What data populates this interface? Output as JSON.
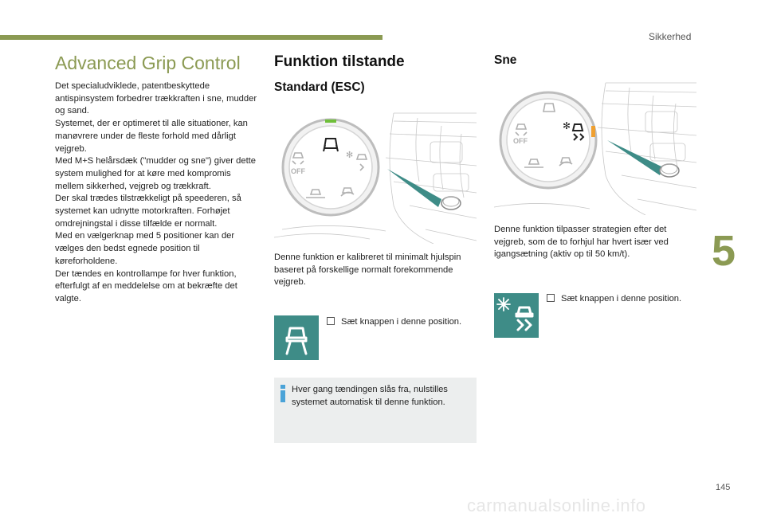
{
  "header": {
    "section": "Sikkerhed"
  },
  "chapter_number": "5",
  "page_number": "145",
  "left": {
    "title": "Advanced Grip Control",
    "paragraphs": [
      "Det specialudviklede, patentbeskyttede antispinsystem forbedrer trækkraften i sne, mudder og sand.",
      "Systemet, der er optimeret til alle situationer, kan manøvrere under de fleste forhold med dårligt vejgreb.",
      "Med M+S helårsdæk (\"mudder og sne\") giver dette system mulighed for at køre med kompromis mellem sikkerhed, vejgreb og trækkraft.",
      "Der skal trædes tilstrækkeligt på speederen, så systemet kan udnytte motorkraften. Forhøjet omdrejningstal i disse tilfælde er normalt.",
      "Med en vælgerknap med 5 positioner kan der vælges den bedst egnede position til køreforholdene.",
      "Der tændes en kontrollampe for hver funktion, efterfulgt af en meddelelse om at bekræfte det valgte."
    ]
  },
  "middle": {
    "title": "Funktion tilstande",
    "subtitle": "Standard (ESC)",
    "description": "Denne funktion er kalibreret til minimalt hjulspin baseret på forskellige normalt forekommende vejgreb.",
    "bullet": "Sæt knappen i denne position.",
    "note": "Hver gang tændingen slås fra, nulstilles systemet automatisk til denne funktion.",
    "dial_off_label": "OFF",
    "icon_name": "standard-esc-mode-icon"
  },
  "right": {
    "subtitle": "Sne",
    "description": "Denne funktion tilpasser strategien efter det vejgreb, som de to forhjul har hvert især ved igangsætning (aktiv op til 50 km/t).",
    "bullet": "Sæt knappen i denne position.",
    "dial_off_label": "OFF",
    "icon_name": "snow-mode-icon"
  },
  "watermark": "carmanualsonline.info",
  "colors": {
    "accent": "#8b9a53",
    "teal": "#3e8c87",
    "note_bg": "#eceeee",
    "info_blue": "#4aa3d8",
    "selected_green": "#6fbf3a",
    "selected_orange": "#f0a030"
  }
}
